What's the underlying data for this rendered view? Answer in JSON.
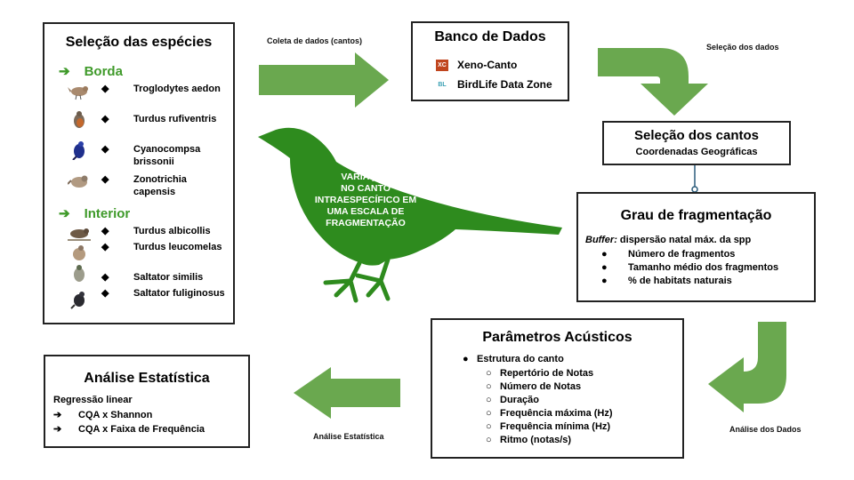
{
  "species_box": {
    "title": "Seleção das espécies",
    "groups": [
      {
        "name": "Borda",
        "arrow": "➔",
        "species": [
          "Troglodytes aedon",
          "Turdus rufiventris",
          "Cyanocompsa brissonii",
          "Zonotrichia capensis"
        ]
      },
      {
        "name": "Interior",
        "arrow": "➔",
        "species": [
          "Turdus albicollis",
          "Turdus leucomelas",
          "Saltator similis",
          "Saltator fuliginosus"
        ]
      }
    ],
    "bullet": "◆"
  },
  "arrows": {
    "collect": "Coleta de dados (cantos)",
    "select_data": "Seleção dos dados",
    "analysis_data": "Análise dos Dados",
    "analysis_stat": "Análise Estatística"
  },
  "database": {
    "title": "Banco de Dados",
    "items": [
      {
        "icon_text": "XC",
        "label": "Xeno-Canto"
      },
      {
        "icon_text": "BL",
        "label": "BirdLife Data Zone"
      }
    ]
  },
  "cantos": {
    "title": "Seleção dos cantos",
    "subtitle": "Coordenadas Geográficas"
  },
  "fragmentation": {
    "title": "Grau de fragmentação",
    "buffer_label": "Buffer:",
    "buffer_text": " dispersão natal máx. da spp",
    "items": [
      "Número de fragmentos",
      "Tamanho médio dos fragmentos",
      "% de habitats naturais"
    ]
  },
  "acoustic": {
    "title": "Parâmetros Acústicos",
    "main_item": "Estrutura do canto",
    "sub_items": [
      "Repertório de Notas",
      "Número de Notas",
      "Duração",
      "Frequência máxima (Hz)",
      "Frequência mínima (Hz)",
      "Ritmo (notas/s)"
    ]
  },
  "statistics": {
    "title": "Análise Estatística",
    "subtitle": "Regressão linear",
    "items": [
      "CQA x Shannon",
      "CQA x Faixa de Frequência"
    ],
    "arrow": "➔"
  },
  "bird_center": {
    "lines": [
      "VARIAÇÃO",
      "NO CANTO",
      "INTRAESPECÍFICO EM",
      "UMA ESCALA DE",
      "FRAGMENTAÇÃO"
    ]
  },
  "colors": {
    "green_arrow": "#6aa84f",
    "bird_green": "#2e8b1e",
    "group_green": "#3f9a2a",
    "xeno_icon": "#c0451e",
    "birdlife_icon": "#3aa0b4"
  }
}
